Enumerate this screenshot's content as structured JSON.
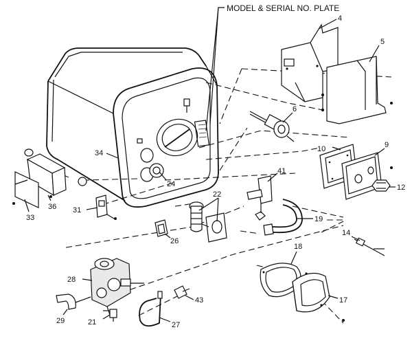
{
  "diagram": {
    "plate_label": "MODEL & SERIAL NO. PLATE",
    "callouts": {
      "p4": "4",
      "p5": "5",
      "p6": "6",
      "p9": "9",
      "p10": "10",
      "p12": "12",
      "p14": "14",
      "p17": "17",
      "p18": "18",
      "p19": "19",
      "p21": "21",
      "p22": "22",
      "p24": "24",
      "p26": "26",
      "p27": "27",
      "p28": "28",
      "p29": "29",
      "p31": "31",
      "p33": "33",
      "p34": "34",
      "p36": "36",
      "p41": "41",
      "p43": "43"
    }
  }
}
